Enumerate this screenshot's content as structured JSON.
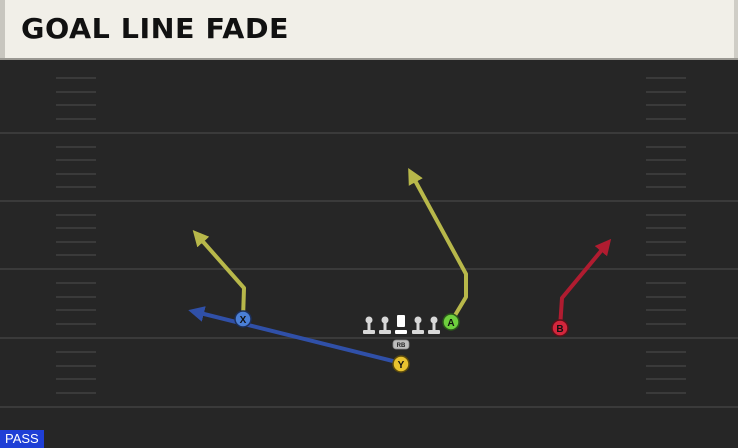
{
  "play": {
    "title": "GOAL LINE FADE",
    "type_badge": "PASS"
  },
  "players": {
    "x": {
      "label": "X",
      "color": "#4a7fd6"
    },
    "a": {
      "label": "A",
      "color": "#6fcf3e"
    },
    "b": {
      "label": "B",
      "color": "#d3263c"
    },
    "y": {
      "label": "Y",
      "color": "#e8c230"
    },
    "rb": {
      "label": "RB",
      "color": "#bdbdbd"
    }
  },
  "routes": {
    "yellow_color": "#b8b84a",
    "blue_color": "#3050a8",
    "red_color": "#b01c30"
  },
  "field": {
    "background": "#262626",
    "yard_line_color": "#3a3a3a"
  }
}
